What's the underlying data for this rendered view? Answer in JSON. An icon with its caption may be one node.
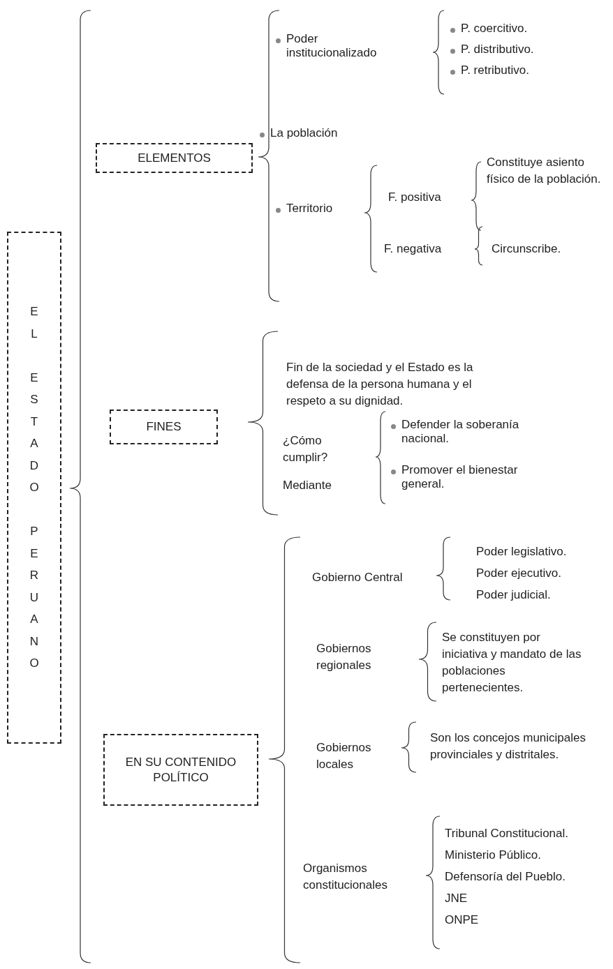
{
  "diagram": {
    "nodes": [
      {
        "text": [
          "EL ESTADO PERUANO"
        ]
      },
      {
        "text": [
          "ELEMENTOS"
        ]
      },
      {
        "text": [
          "FINES"
        ]
      },
      {
        "text": [
          "EN SU CONTENIDO POLÍTICO"
        ]
      }
    ],
    "edges": [],
    "labels": [
      "Poder institucionalizado",
      "P. coercitivo.",
      "P. distributivo.",
      "P. retributivo.",
      "La  población",
      "Territorio",
      "F. positiva",
      "Constituye asiento físico de la población.",
      "F. negativa",
      "Circunscribe.",
      "Fin de la sociedad y el Estado es la defensa de la persona humana y el respeto a su dignidad.",
      "¿Cómo cumplir?",
      "Mediante",
      "Defender la soberanía nacional.",
      "Promover el bienestar general.",
      "Gobierno Central",
      "Poder legislativo.",
      "Poder ejecutivo.",
      "Poder judicial.",
      "Gobiernos regionales",
      "Se constituyen por iniciativa y mandato de las poblaciones pertenecientes.",
      "Gobiernos locales",
      "Son los concejos municipales provinciales y distritales.",
      "Tribunal Constitucional.",
      "Ministerio Público.",
      "Defensoría del Pueblo.",
      "JNE",
      "ONPE",
      "Organismos constitucionales"
    ]
  }
}
